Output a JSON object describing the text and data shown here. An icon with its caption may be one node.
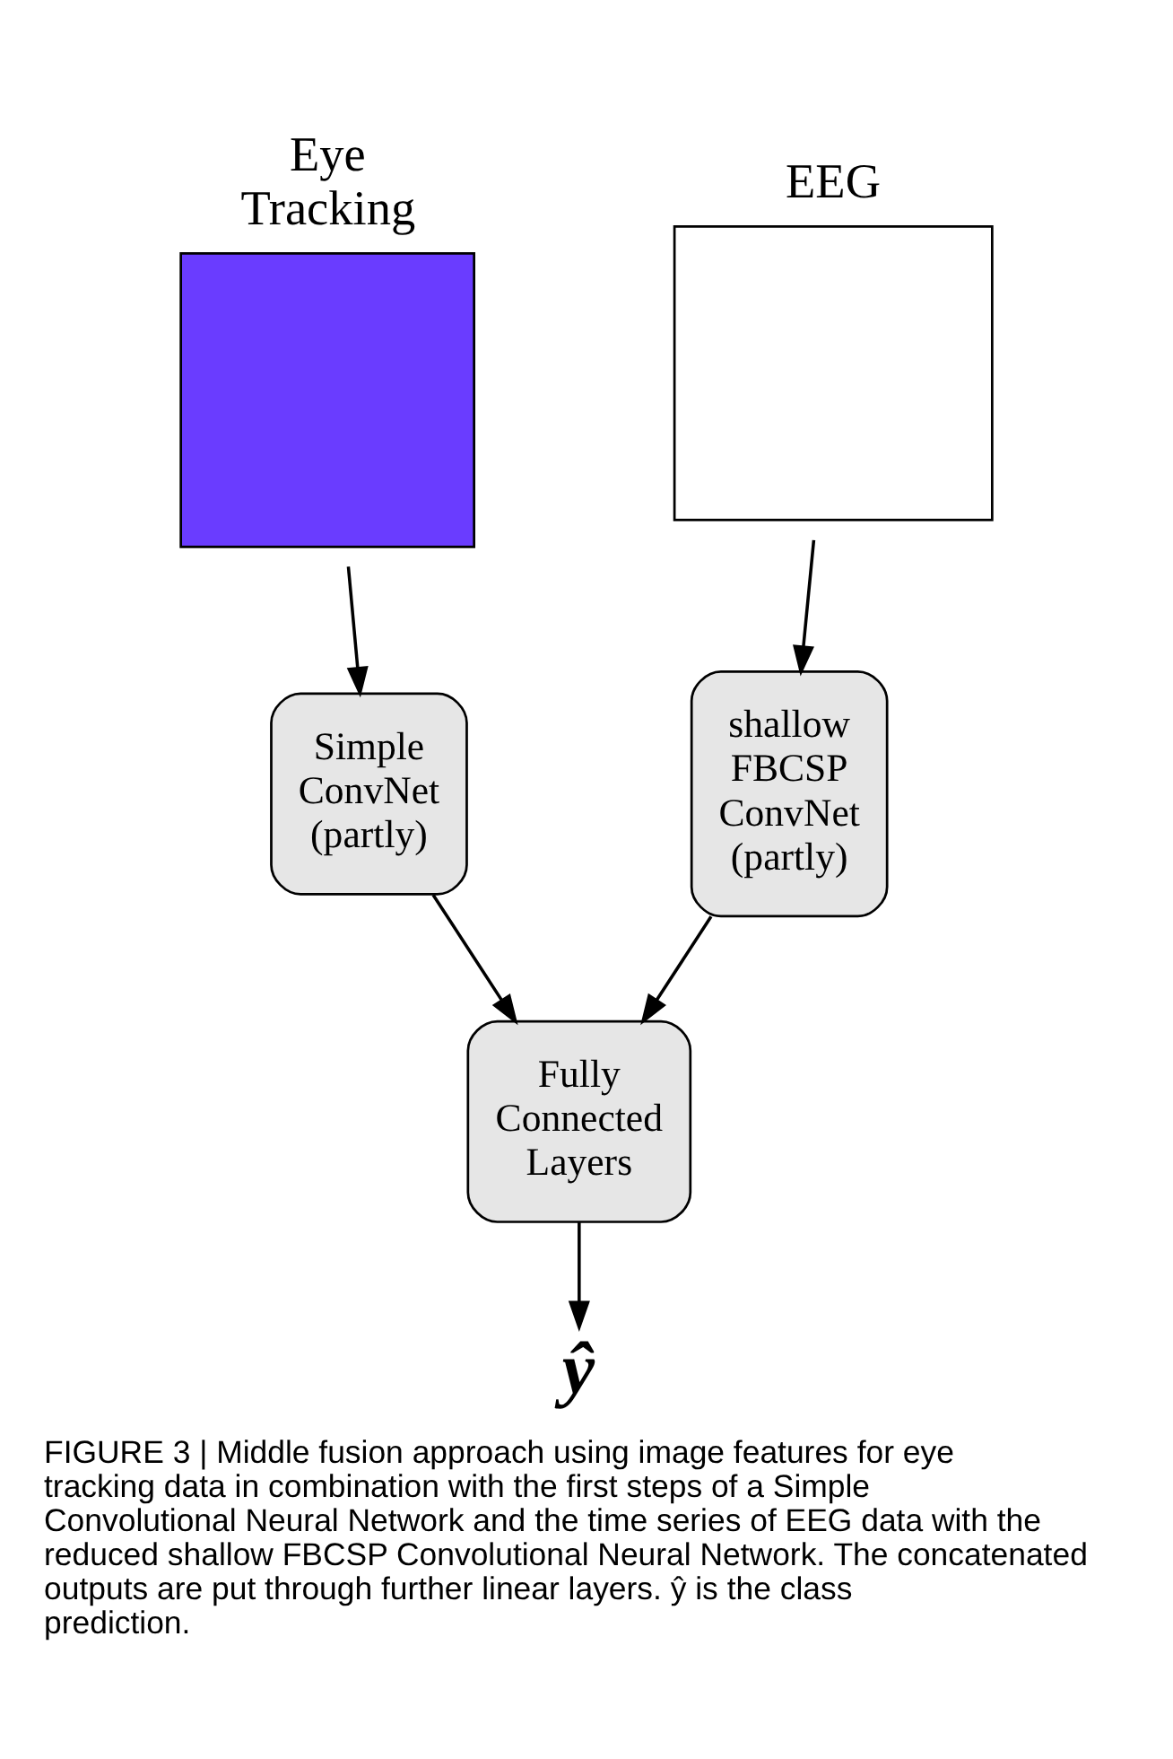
{
  "diagram": {
    "caption": "FIGURE 3 | Middle fusion approach using image features for eye tracking data in combination with the first steps of a Simple Convolutional Neural Network and the time series of EEG data with the reduced shallow FBCSP Convolutional Neural Network. The concatenated outputs are put through further linear layers. ŷ is the class prediction.",
    "nodes": [
      {
        "text": [
          "Eye Tracking"
        ]
      },
      {
        "text": [
          "EEG"
        ]
      },
      {
        "text": [
          "Simple ConvNet (partly)"
        ]
      },
      {
        "text": [
          "shallow FBCSP ConvNet (partly)"
        ]
      },
      {
        "text": [
          "Fully Connected Layers"
        ]
      },
      {
        "text": [
          "ŷ"
        ]
      }
    ],
    "edges": [
      {
        "from": 0,
        "to": 2,
        "arrow": "to"
      },
      {
        "from": 1,
        "to": 3,
        "arrow": "to"
      },
      {
        "from": 2,
        "to": 4,
        "arrow": "to"
      },
      {
        "from": 3,
        "to": 4,
        "arrow": "to"
      },
      {
        "from": 4,
        "to": 5,
        "arrow": "to"
      }
    ]
  }
}
